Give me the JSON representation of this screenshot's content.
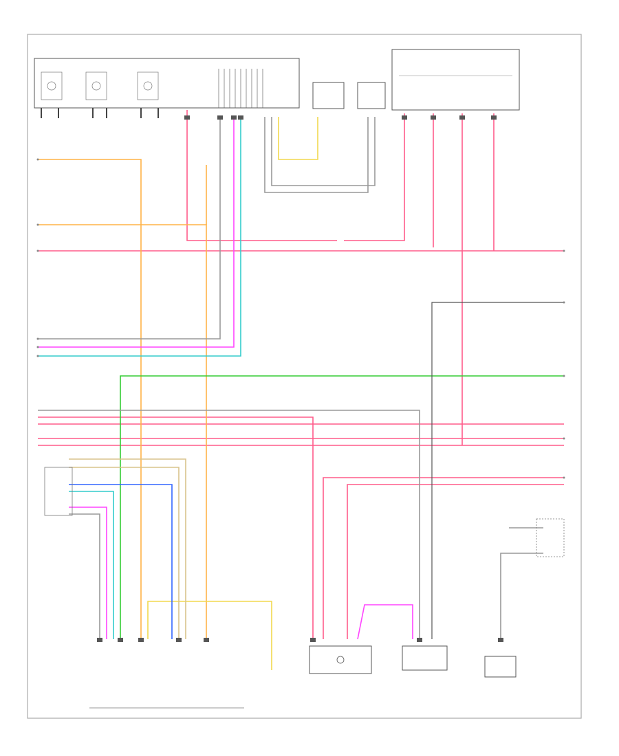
{
  "diagram": {
    "title": "",
    "wire_colors": {
      "pink": "#ff5c8a",
      "orange": "#ffb347",
      "yellow": "#f2d94e",
      "green": "#33cc33",
      "blue": "#3366ff",
      "cyan": "#33cccc",
      "magenta": "#ff44ff",
      "gray": "#999999",
      "tan": "#d9c38c",
      "black": "#333333",
      "frame": "#aaaaaa"
    },
    "components": [
      {
        "id": "ecm-top",
        "label": "",
        "kind": "module"
      },
      {
        "id": "relay-block",
        "label": "",
        "kind": "relay"
      },
      {
        "id": "connector-a",
        "label": "",
        "kind": "connector"
      },
      {
        "id": "connector-b",
        "label": "",
        "kind": "connector"
      },
      {
        "id": "fuse-block",
        "label": "",
        "kind": "module"
      },
      {
        "id": "sensor-left",
        "label": "",
        "kind": "sensor"
      },
      {
        "id": "switch-right",
        "label": "",
        "kind": "switch"
      },
      {
        "id": "actuator-bottom-1",
        "label": "",
        "kind": "actuator"
      },
      {
        "id": "actuator-bottom-2",
        "label": "",
        "kind": "actuator"
      },
      {
        "id": "ground-bottom",
        "label": "",
        "kind": "ground"
      }
    ]
  }
}
